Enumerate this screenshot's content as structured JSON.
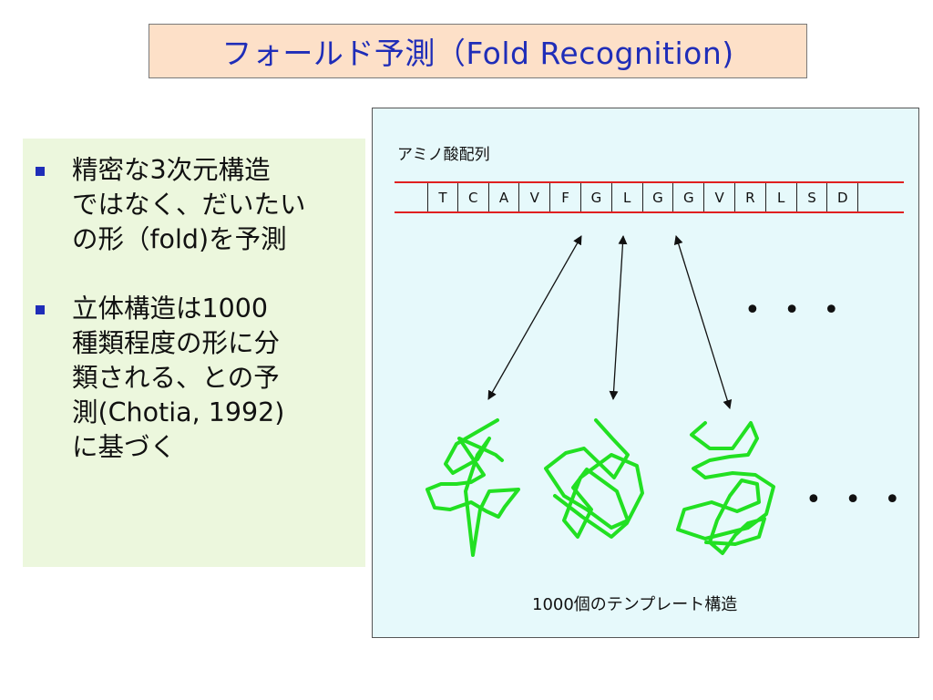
{
  "slide": {
    "title": "フォールド予測（Fold Recognition)",
    "bullets": [
      "精密な3次元構造\nではなく、だいたい\nの形（fold)を予測",
      "立体構造は1000\n種類程度の形に分\n類される、との予\n測(Chotia, 1992)\nに基づく"
    ]
  },
  "diagram": {
    "sequence_label": "アミノ酸配列",
    "sequence": [
      "T",
      "C",
      "A",
      "V",
      "F",
      "G",
      "L",
      "G",
      "G",
      "V",
      "R",
      "L",
      "S",
      "D"
    ],
    "ellipsis_upper": "• • •",
    "ellipsis_lower": "• • •",
    "templates_label": "1000個のテンプレート構造",
    "colors": {
      "title_text": "#1f2db8",
      "title_bg": "#fde0c8",
      "left_panel_bg": "#ecf7dd",
      "right_panel_bg": "#e6f9fb",
      "sequence_lines": "#e02020",
      "fold_curves": "#22e022"
    }
  }
}
